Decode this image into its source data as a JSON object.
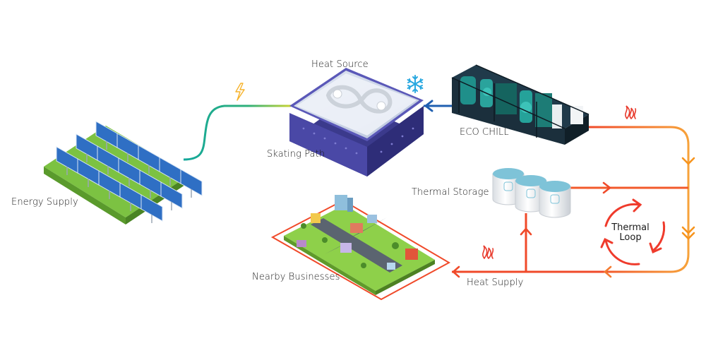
{
  "labels": {
    "energy_supply": "Energy Supply",
    "heat_source": "Heat Source",
    "skating_path": "Skating Path",
    "eco_chill": "ECO CHILL",
    "thermal_storage": "Thermal Storage",
    "thermal_loop_line1": "Thermal",
    "thermal_loop_line2": "Loop",
    "nearby_businesses": "Nearby Businesses",
    "heat_supply": "Heat Supply"
  },
  "icons": {
    "lightning": "lightning-icon",
    "snowflake": "snowflake-icon",
    "flame": "flame-icon"
  },
  "colors": {
    "cold_line": "#1f5fb0",
    "energy_line_start": "#17b39a",
    "energy_line_end": "#c7d233",
    "hot_line": "#f15a24",
    "warm_line": "#f7941d",
    "loop_arrow": "#ef3b2c"
  }
}
